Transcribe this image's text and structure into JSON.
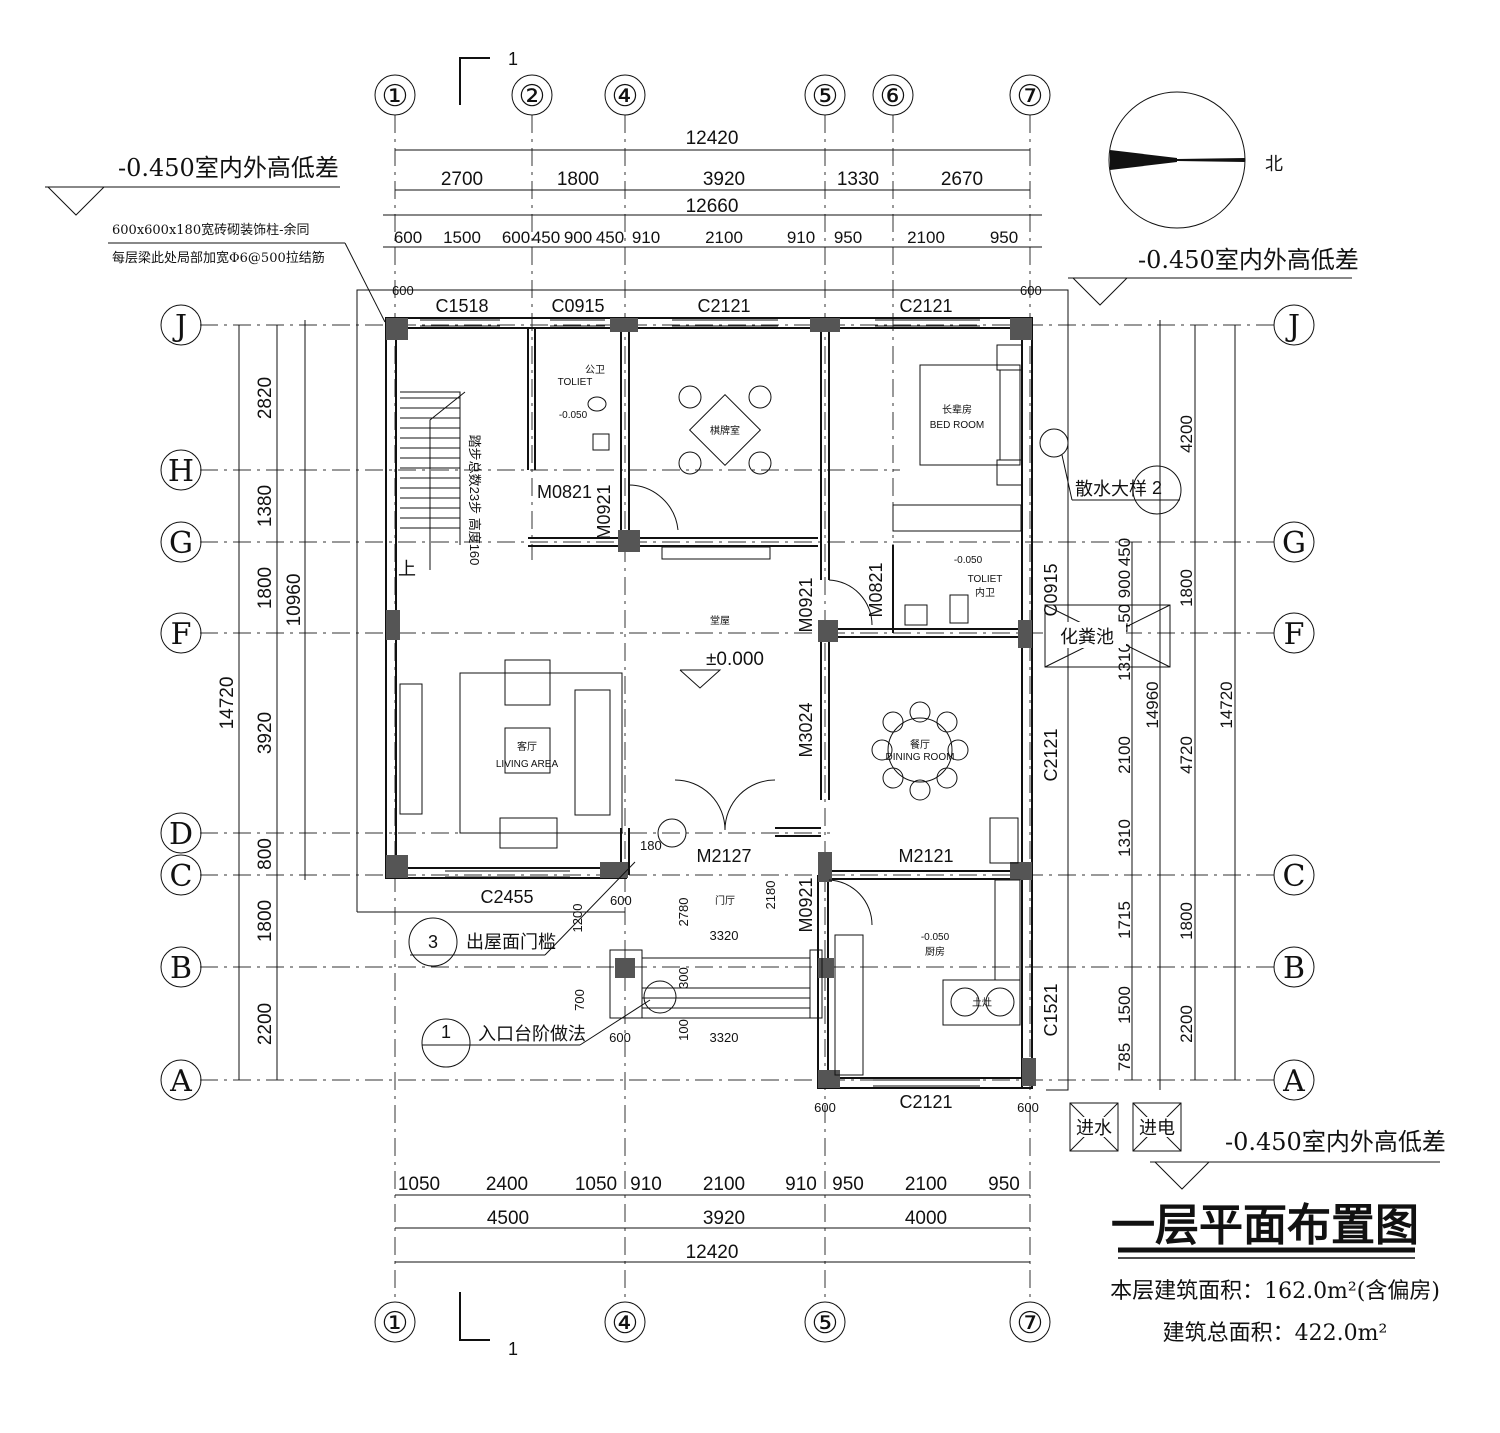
{
  "title": "一层平面布置图",
  "area_note": "本层建筑面积：162.0m²(含偏房)",
  "total_area_note": "建筑总面积：422.0m²",
  "north_label": "北",
  "axes_vertical": [
    "①",
    "②",
    "④",
    "⑤",
    "⑥",
    "⑦"
  ],
  "axes_vertical_bottom": [
    "①",
    "④",
    "⑤",
    "⑦"
  ],
  "axes_horizontal": [
    "J",
    "H",
    "G",
    "F",
    "D",
    "C",
    "B",
    "A"
  ],
  "section_mark": "1",
  "level_notes": {
    "top_left": "-0.450室内外高低差",
    "top_right": "-0.450室内外高低差",
    "bottom_right": "-0.450室内外高低差",
    "center": "±0.000"
  },
  "column_note": [
    "600x600x180宽砖砌装饰柱-余同",
    "每层梁此处局部加宽Φ6@500拉结筋"
  ],
  "top_dims": {
    "total": "12420",
    "row1": [
      "2700",
      "1800",
      "3920",
      "1330",
      "2670"
    ],
    "total2": "12660",
    "row2": [
      "600",
      "1500",
      "600",
      "450",
      "900",
      "450",
      "910",
      "2100",
      "910",
      "950",
      "2100",
      "950"
    ]
  },
  "bottom_dims": {
    "row1": [
      "1050",
      "2400",
      "1050",
      "910",
      "2100",
      "910",
      "950",
      "2100",
      "950"
    ],
    "row2": [
      "4500",
      "3920",
      "4000"
    ],
    "total": "12420"
  },
  "left_dims": {
    "row1": [
      "2820",
      "1380",
      "1800",
      "3920",
      "800",
      "1800",
      "2200"
    ],
    "inner_total": "10960",
    "total": "14720"
  },
  "right_dims": {
    "row1": [
      "450",
      "900",
      "450",
      "1310",
      "2100",
      "1310",
      "1715",
      "1500",
      "785"
    ],
    "row2": [
      "4200",
      "1800",
      "4720",
      "1800",
      "2200"
    ],
    "total_a": "14960",
    "total_b": "14720"
  },
  "windows": [
    "C1518",
    "C0915",
    "C2121",
    "C2121",
    "C2455",
    "C2121",
    "C0915",
    "C2121",
    "C1521"
  ],
  "doors": [
    "M0821",
    "M0921",
    "M0921",
    "M0821",
    "M3024",
    "M2127",
    "M2121",
    "M0921"
  ],
  "rooms": {
    "public_wc": "公卫",
    "toilet": "TOLIET",
    "mahjong": "棋牌室",
    "bedroom": "长辈房",
    "bedroom_en": "BED ROOM",
    "hall": "堂屋",
    "inner_wc": "内卫",
    "living": "客厅",
    "living_en": "LIVING AREA",
    "dining": "餐厅",
    "dining_en": "DINING ROOM",
    "foyer": "门厅",
    "kitchen": "厨房",
    "septic": "化粪池",
    "stair_note": "踏步总数23步 高度160",
    "up": "上",
    "stove": "土灶",
    "level_wc": "-0.050"
  },
  "detail_notes": {
    "drain": "散水大样",
    "drain_no": "2",
    "threshold": "出屋面门槛",
    "threshold_no": "3",
    "entry_step": "入口台阶做法",
    "entry_no": "1"
  },
  "utility": [
    "进水",
    "进电"
  ],
  "misc_dims": [
    "180",
    "600",
    "1200",
    "2780",
    "3320",
    "2180",
    "700",
    "300",
    "100"
  ]
}
